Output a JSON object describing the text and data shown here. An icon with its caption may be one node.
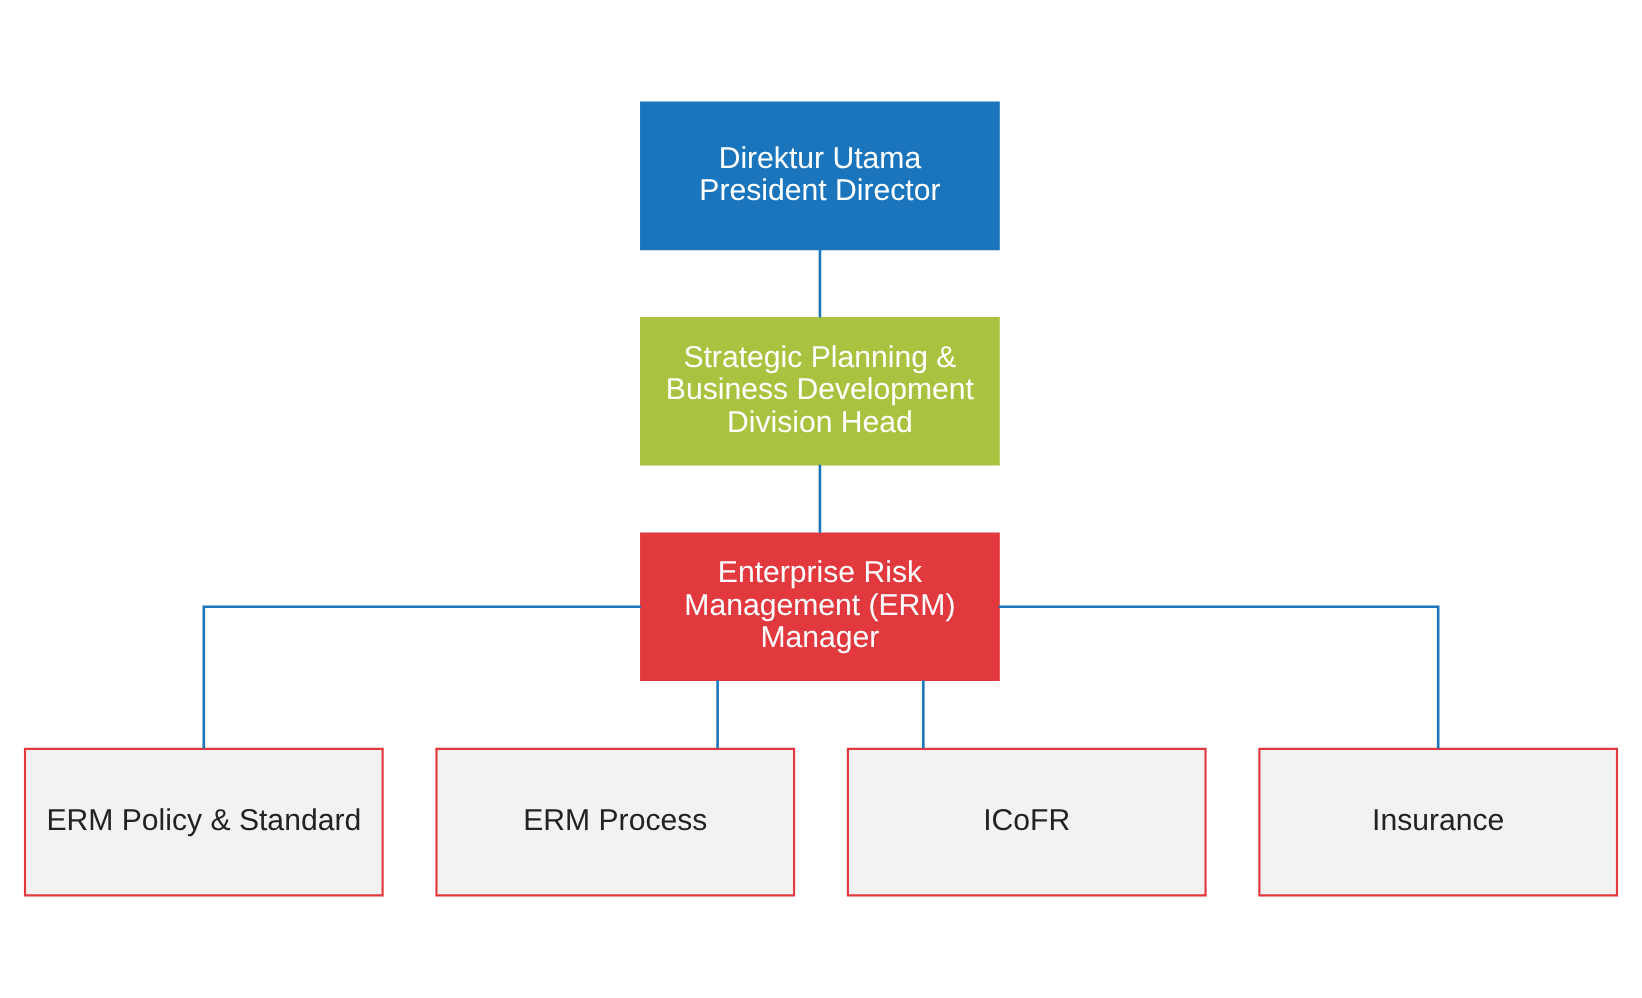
{
  "diagram": {
    "nodes": [
      {
        "text": [
          "Direktur Utama President Director"
        ]
      },
      {
        "text": [
          "Strategic Planning & Business Development Division Head"
        ]
      },
      {
        "text": [
          "Enterprise Risk Management (ERM) Manager"
        ]
      },
      {
        "text": [
          "ERM Policy & Standard"
        ]
      },
      {
        "text": [
          "ERM Process"
        ]
      },
      {
        "text": [
          "ICoFR"
        ]
      },
      {
        "text": [
          "Insurance"
        ]
      }
    ],
    "edges": [
      {
        "from": 0,
        "to": 1,
        "arrow": "none"
      },
      {
        "from": 1,
        "to": 2,
        "arrow": "none"
      },
      {
        "from": 2,
        "to": 3,
        "arrow": "none"
      },
      {
        "from": 2,
        "to": 4,
        "arrow": "none"
      },
      {
        "from": 2,
        "to": 5,
        "arrow": "none"
      },
      {
        "from": 2,
        "to": 6,
        "arrow": "none"
      }
    ]
  }
}
